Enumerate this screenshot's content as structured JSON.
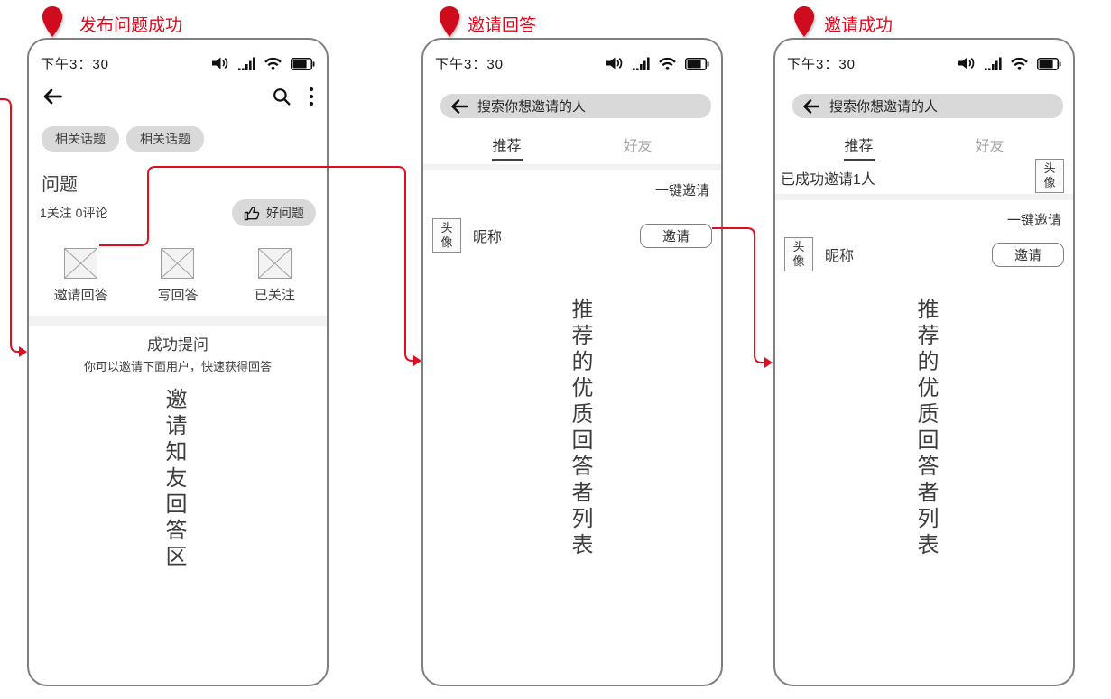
{
  "flow_markers": [
    {
      "label": "发布问题成功"
    },
    {
      "label": "邀请回答"
    },
    {
      "label": "邀请成功"
    }
  ],
  "status_bar": {
    "time": "下午3：30"
  },
  "phone1": {
    "topic_tags": [
      "相关话题",
      "相关话题"
    ],
    "question_title": "问题",
    "question_meta": "1关注 0评论",
    "good_question_label": "好问题",
    "actions": [
      {
        "label": "邀请回答"
      },
      {
        "label": "写回答"
      },
      {
        "label": "已关注"
      }
    ],
    "success_title": "成功提问",
    "success_subtitle": "你可以邀请下面用户，快速获得回答",
    "vertical_note": "邀请知友回答区"
  },
  "phone2": {
    "search_text": "搜索你想邀请的人",
    "tabs": [
      {
        "label": "推荐"
      },
      {
        "label": "好友"
      }
    ],
    "invite_all_label": "一键邀请",
    "row": {
      "avatar_label": "头像",
      "nickname": "昵称",
      "invite_label": "邀请"
    },
    "vertical_note": "推荐的优质回答者列表"
  },
  "phone3": {
    "search_text": "搜索你想邀请的人",
    "tabs": [
      {
        "label": "推荐"
      },
      {
        "label": "好友"
      }
    ],
    "invite_success_text": "已成功邀请1人",
    "invited_avatar_label": "头像",
    "invite_all_label": "一键邀请",
    "row": {
      "avatar_label": "头像",
      "nickname": "昵称",
      "invite_label": "邀请"
    },
    "vertical_note": "推荐的优质回答者列表"
  },
  "icons": {
    "pin": "location-pin",
    "back": "arrow-left",
    "search": "magnifier",
    "menu": "kebab-vertical-dots",
    "volume": "speaker-with-waves",
    "signal": "cell-signal-bars",
    "wifi": "wifi-arcs",
    "battery": "battery-nearly-full",
    "thumb": "thumbs-up-outline",
    "image_placeholder": "box-with-x"
  },
  "colors": {
    "annotation_red": "#e00a1e",
    "pin_red": "#cf0b1e",
    "pill_gray": "#d9d9d9",
    "divider_gray": "#f2f2f2",
    "phone_border": "#7f7f7f",
    "text_dark": "#404040",
    "tab_inactive": "#a6a6a6"
  }
}
